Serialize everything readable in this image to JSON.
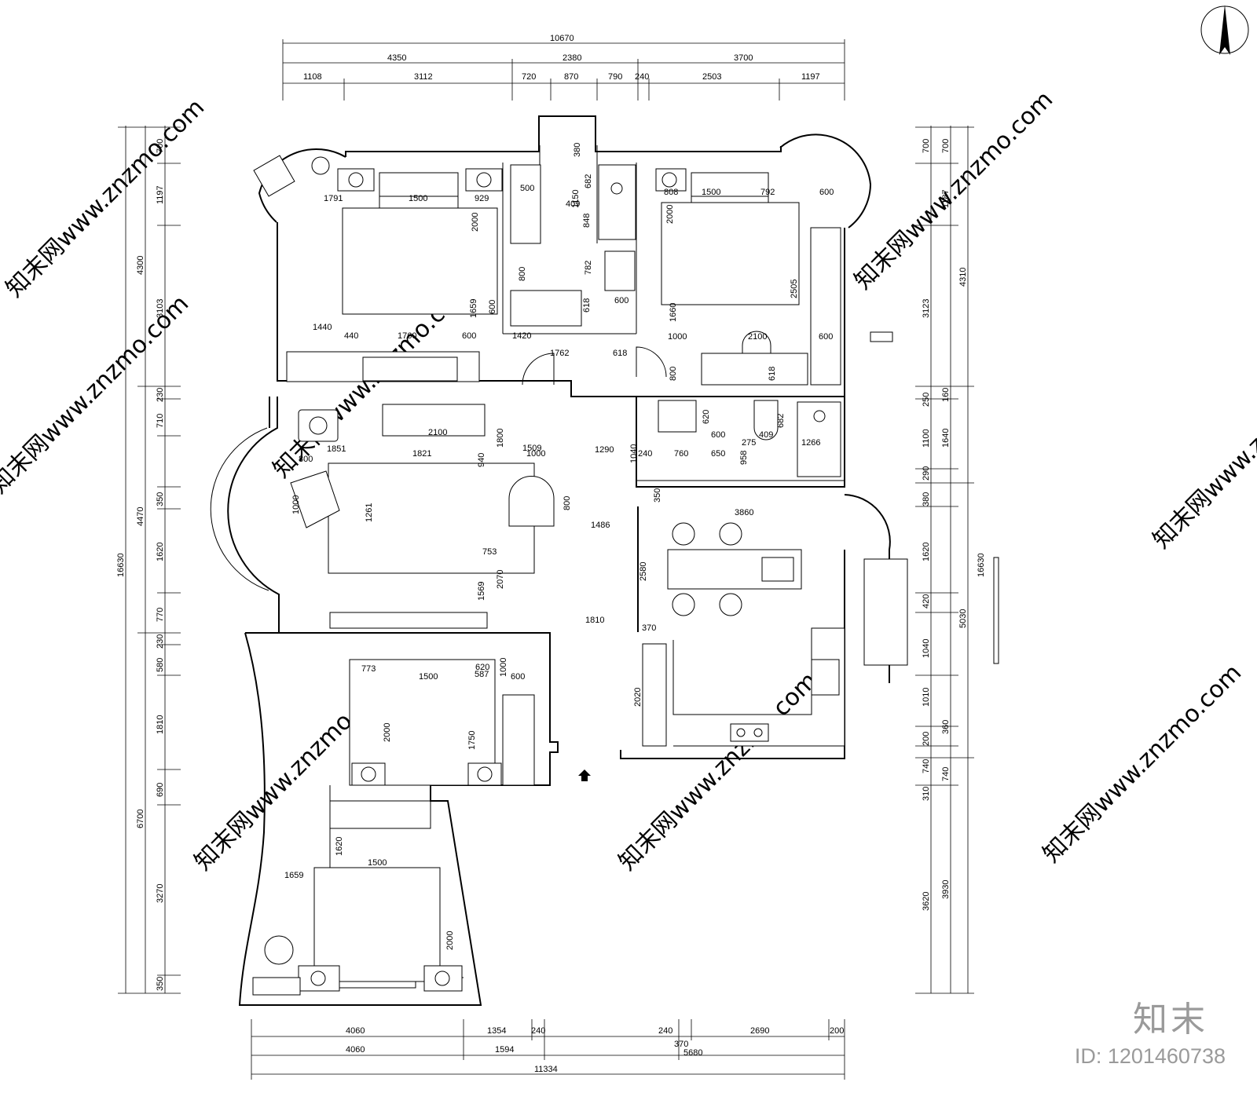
{
  "watermark": "知末网www.znzmo.com",
  "brand": {
    "logo_text": "知末",
    "id_text": "ID: 1201460738"
  },
  "compass_icon": "north-arrow-icon",
  "top_dims": {
    "total": "10670",
    "row2": [
      "4350",
      "2380",
      "3700"
    ],
    "row3": [
      "1108",
      "3112",
      "720",
      "870",
      "790",
      "240",
      "2503",
      "1197"
    ]
  },
  "bottom_dims": {
    "row1": [
      "4060",
      "1354",
      "240",
      "240",
      "2690",
      "200"
    ],
    "row2": [
      "4060",
      "1594",
      "370",
      "5680"
    ],
    "total": "11334"
  },
  "left_dims": {
    "outer": "16630",
    "mid": [
      "4300",
      "4470",
      "6700"
    ],
    "inner": [
      "700",
      "1197",
      "3103",
      "230",
      "710",
      "350",
      "1620",
      "770",
      "230",
      "580",
      "1810",
      "690",
      "3270",
      "350"
    ]
  },
  "right_dims": {
    "outer": "16630",
    "mid": [
      "700",
      "1187",
      "4310",
      "1640",
      "5030",
      "740",
      "3930"
    ],
    "inner": [
      "700",
      "3123",
      "250",
      "160",
      "1100",
      "290",
      "380",
      "1620",
      "420",
      "1040",
      "1010",
      "360",
      "200",
      "740",
      "310",
      "3620"
    ]
  },
  "interior_dims": [
    "1791",
    "1500",
    "929",
    "2000",
    "1440",
    "440",
    "1760",
    "600",
    "1420",
    "1659",
    "600",
    "800",
    "500",
    "380",
    "682",
    "409",
    "1150",
    "848",
    "782",
    "600",
    "618",
    "1762",
    "618",
    "808",
    "1500",
    "792",
    "600",
    "2000",
    "2505",
    "1660",
    "1000",
    "2100",
    "600",
    "618",
    "800",
    "2100",
    "1851",
    "800",
    "1821",
    "940",
    "1800",
    "1509",
    "1000",
    "1290",
    "1040",
    "240",
    "760",
    "650",
    "958",
    "620",
    "600",
    "275",
    "409",
    "682",
    "1266",
    "1000",
    "1261",
    "800",
    "1486",
    "350",
    "3860",
    "753",
    "2070",
    "1569",
    "2580",
    "1810",
    "370",
    "773",
    "1500",
    "620",
    "587",
    "1000",
    "600",
    "2000",
    "1750",
    "2020",
    "1620",
    "1500",
    "1659",
    "2000"
  ]
}
